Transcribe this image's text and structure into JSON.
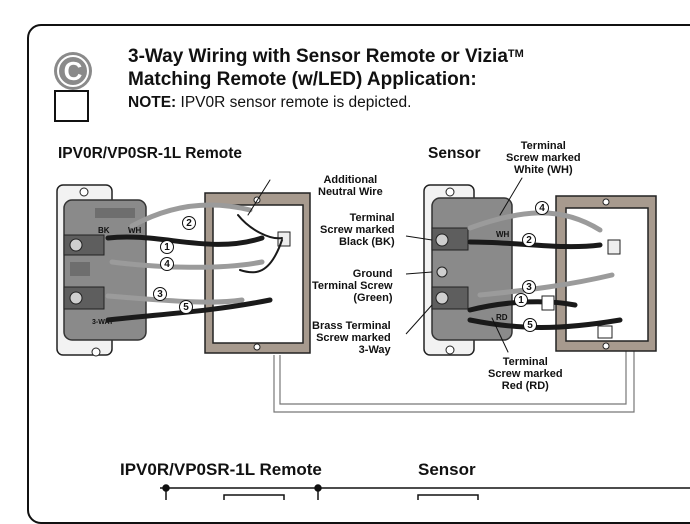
{
  "badge": {
    "letter": "C"
  },
  "title": {
    "line1": "3-Way Wiring with Sensor Remote or Vizia",
    "tm": "TM",
    "line2": "Matching Remote (w/LED) Application:"
  },
  "note": {
    "label": "NOTE:",
    "text": "IPV0R sensor remote is depicted."
  },
  "sections": {
    "remote_heading": "IPV0R/VP0SR-1L Remote",
    "sensor_heading": "Sensor",
    "remote_heading_bottom": "IPV0R/VP0SR-1L Remote",
    "sensor_heading_bottom": "Sensor"
  },
  "labels": {
    "additional_neutral": "Additional\nNeutral Wire",
    "terminal_black": "Terminal\nScrew marked\nBlack (BK)",
    "ground_terminal": "Ground\nTerminal Screw\n(Green)",
    "brass_terminal": "Brass Terminal\nScrew marked\n3-Way",
    "terminal_white": "Terminal\nScrew marked\nWhite (WH)",
    "terminal_red": "Terminal\nScrew marked\nRed (RD)"
  },
  "device_marks": {
    "bk": "BK",
    "wh": "WH",
    "three_way": "3-WAY",
    "wh_sensor": "WH",
    "rd": "RD"
  },
  "wire_numbers": [
    "1",
    "2",
    "3",
    "4",
    "5"
  ],
  "colors": {
    "device_gray": "#8a8a8a",
    "device_dark": "#5e5e5e",
    "wire_black": "#1a1a1a",
    "wire_gray": "#9b9b9b",
    "box_brown": "#a79a8e",
    "badge_gray": "#8a8a8a"
  }
}
